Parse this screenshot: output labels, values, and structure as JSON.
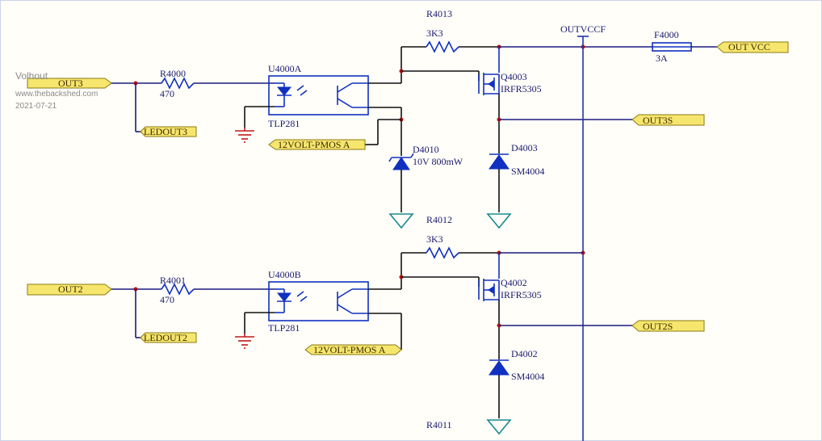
{
  "watermark": {
    "author": "Volhout",
    "site": "www.thebackshed.com",
    "date": "2021-07-21"
  },
  "ports": {
    "out3": "OUT3",
    "out2": "OUT2",
    "ledout3": "LEDOUT3",
    "ledout2": "LEDOUT2",
    "pmos_a_top": "12VOLT-PMOS A",
    "pmos_a_bottom": "12VOLT-PMOS A",
    "out3s": "OUT3S",
    "out2s": "OUT2S",
    "outvcc": "OUT VCC"
  },
  "net": {
    "outvccf": "OUTVCCF"
  },
  "components": {
    "r4000": {
      "ref": "R4000",
      "value": "470"
    },
    "r4001": {
      "ref": "R4001",
      "value": "470"
    },
    "u4000a": {
      "ref": "U4000A",
      "value": "TLP281"
    },
    "u4000b": {
      "ref": "U4000B",
      "value": "TLP281"
    },
    "r4013": {
      "ref": "R4013",
      "value": "3K3"
    },
    "r4012": {
      "ref": "R4012",
      "value": "3K3"
    },
    "r4011": {
      "ref": "R4011"
    },
    "q4003": {
      "ref": "Q4003",
      "value": "IRFR5305"
    },
    "q4002": {
      "ref": "Q4002",
      "value": "IRFR5305"
    },
    "d4010": {
      "ref": "D4010",
      "value": "10V 800mW"
    },
    "d4003": {
      "ref": "D4003",
      "value": "SM4004"
    },
    "d4002": {
      "ref": "D4002",
      "value": "SM4004"
    },
    "f4000": {
      "ref": "F4000",
      "value": "3A"
    }
  },
  "colors": {
    "wire": "#1a1a80",
    "component": "#1030c0",
    "junction": "#b01010",
    "port_fill": "#f7e66e",
    "ground_left": "#c01818",
    "ground_right": "#1a8a90"
  }
}
